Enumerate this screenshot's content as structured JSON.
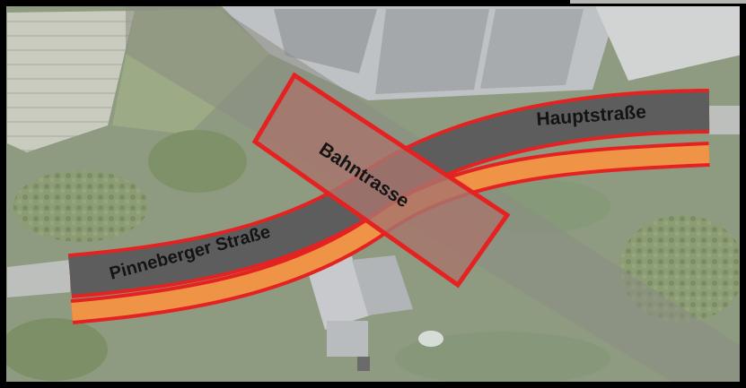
{
  "map": {
    "labels": {
      "road_east": "Hauptstraße",
      "road_west": "Pinneberger Straße",
      "rail": "Bahntrasse"
    },
    "colors": {
      "road_gray": "#5d5d5d",
      "road_outline": "#e52222",
      "path_orange": "#ef9a4a",
      "bridge_fill": "#a7756c",
      "frame": "#000000"
    }
  }
}
